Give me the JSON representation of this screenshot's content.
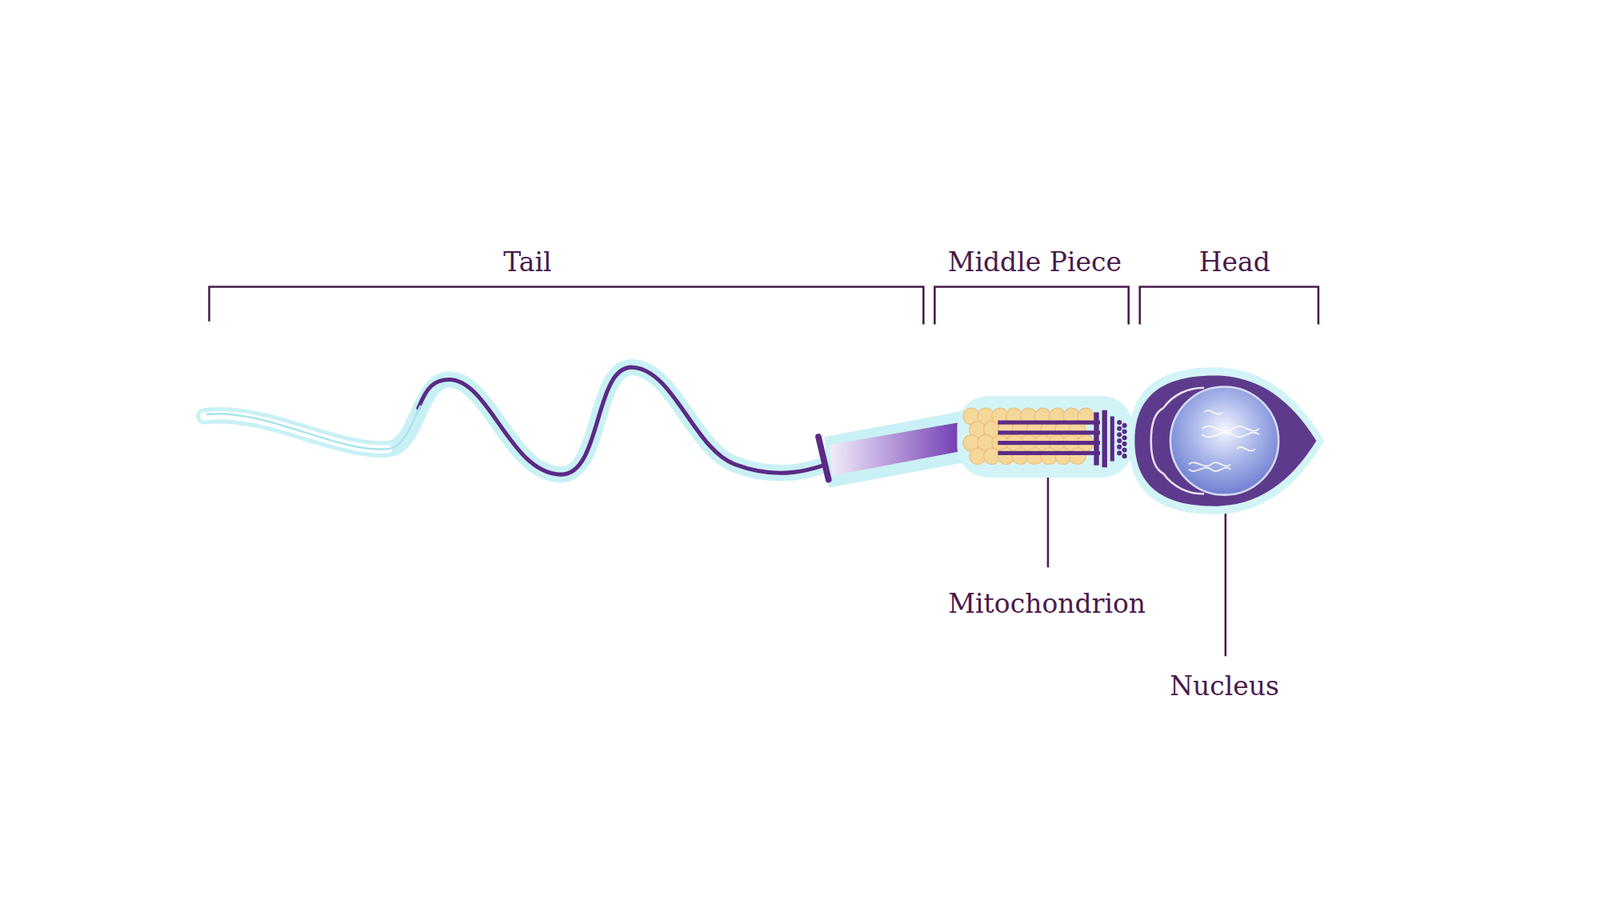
{
  "diagram": {
    "labels": [
      "Tail",
      "Middle Piece",
      "Head",
      "Mitochondrion",
      "Nucleus"
    ]
  }
}
